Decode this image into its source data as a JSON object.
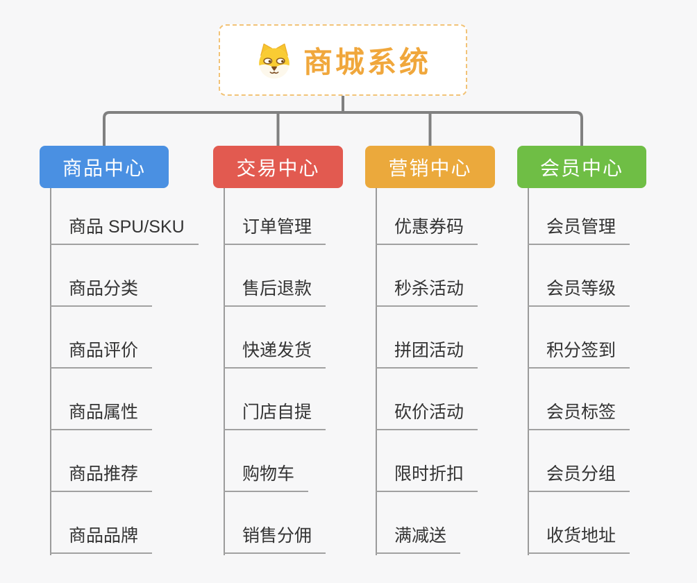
{
  "root": {
    "title": "商城系统",
    "icon": "dog-face"
  },
  "colors": {
    "background": "#f7f7f8",
    "root_border": "#f2c377",
    "root_title": "#f0a73c",
    "connector": "#808080",
    "leaf_line": "#a1a1a1",
    "branch_product": "#4a90e2",
    "branch_trade": "#e25a50",
    "branch_marketing": "#eba93c",
    "branch_member": "#6fbe45"
  },
  "branches": [
    {
      "label": "商品中心",
      "items": [
        "商品 SPU/SKU",
        "商品分类",
        "商品评价",
        "商品属性",
        "商品推荐",
        "商品品牌"
      ]
    },
    {
      "label": "交易中心",
      "items": [
        "订单管理",
        "售后退款",
        "快递发货",
        "门店自提",
        "购物车",
        "销售分佣"
      ]
    },
    {
      "label": "营销中心",
      "items": [
        "优惠券码",
        "秒杀活动",
        "拼团活动",
        "砍价活动",
        "限时折扣",
        "满减送"
      ]
    },
    {
      "label": "会员中心",
      "items": [
        "会员管理",
        "会员等级",
        "积分签到",
        "会员标签",
        "会员分组",
        "收货地址"
      ]
    }
  ]
}
